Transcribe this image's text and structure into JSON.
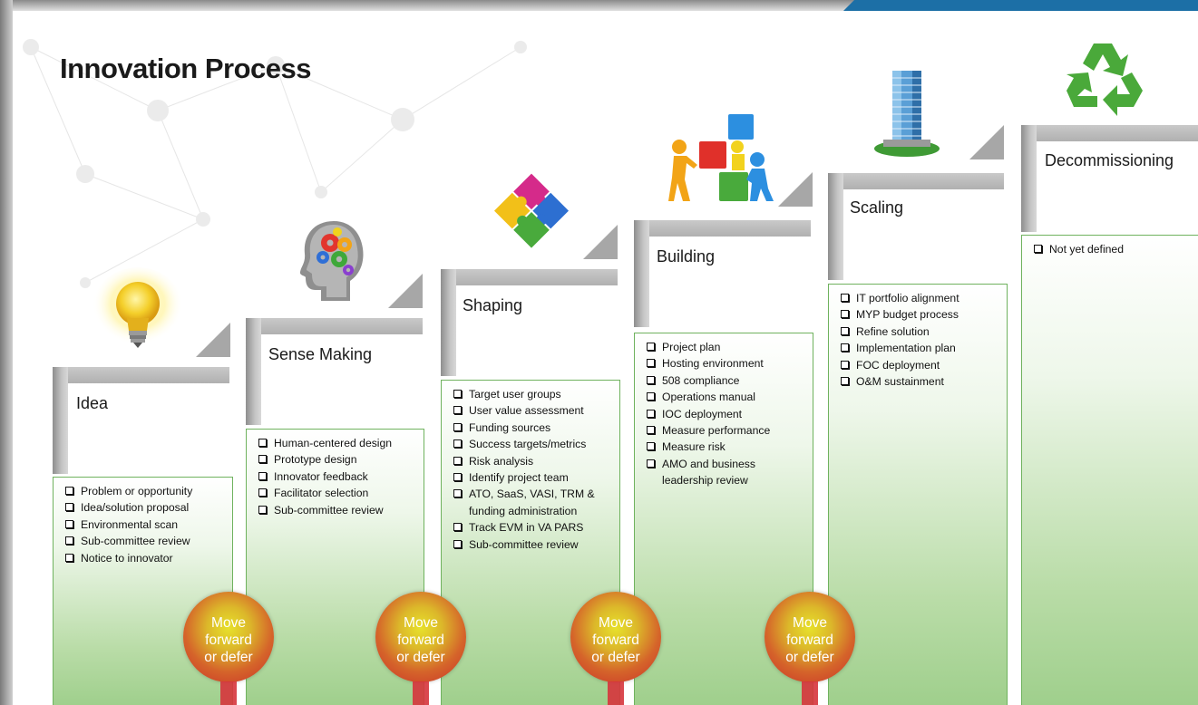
{
  "title": "Innovation Process",
  "stages": [
    {
      "label": "Idea",
      "items": [
        "Problem or opportunity",
        "Idea/solution proposal",
        "Environmental scan",
        "Sub-committee review",
        "Notice to innovator"
      ],
      "icon": "lightbulb-icon"
    },
    {
      "label": "Sense Making",
      "items": [
        "Human-centered design",
        "Prototype design",
        "Innovator feedback",
        "Facilitator selection",
        "Sub-committee review"
      ],
      "icon": "head-gears-icon"
    },
    {
      "label": "Shaping",
      "items": [
        "Target user groups",
        "User value assessment",
        "Funding sources",
        "Success targets/metrics",
        "Risk analysis",
        "Identify project team",
        "ATO, SaaS, VASI, TRM &",
        "funding administration",
        "Track EVM in VA PARS",
        "Sub-committee review"
      ],
      "icon": "puzzle-icon"
    },
    {
      "label": "Building",
      "items": [
        "Project plan",
        "Hosting environment",
        "508 compliance",
        "Operations manual",
        "IOC deployment",
        "Measure performance",
        "Measure risk",
        "AMO and business",
        "leadership review"
      ],
      "icon": "figures-blocks-icon"
    },
    {
      "label": "Scaling",
      "items": [
        "IT portfolio alignment",
        "MYP budget process",
        "Refine solution",
        "Implementation plan",
        "FOC deployment",
        "O&M sustainment"
      ],
      "icon": "skyscraper-icon"
    },
    {
      "label": "Decommissioning",
      "items": [
        "Not yet defined"
      ],
      "icon": "recycle-icon"
    }
  ],
  "gate": {
    "line1": "Move",
    "line2": "forward",
    "line3": "or defer"
  },
  "colors": {
    "panel_border": "#6fb25e",
    "panel_green": "#9fcf8c",
    "gate_red": "#c92f2a",
    "gate_yellow": "#e7e12b",
    "accent": "#1c6fa6"
  }
}
